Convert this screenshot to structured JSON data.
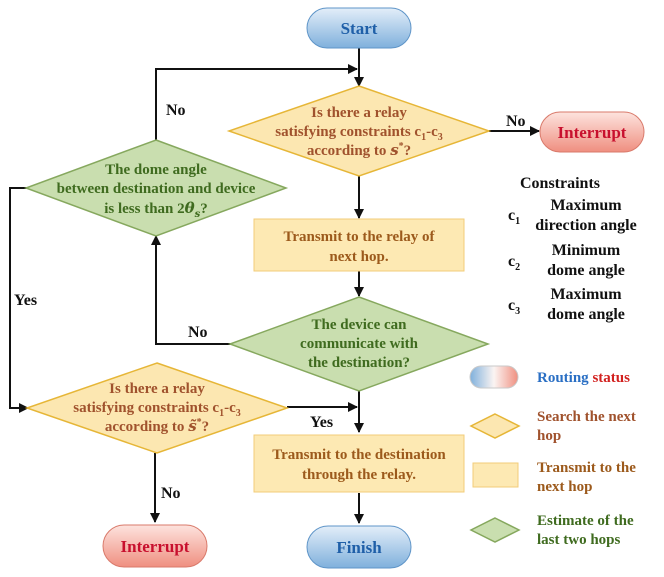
{
  "palette": {
    "terminal_blue_top": "#e3eef9",
    "terminal_blue_bottom": "#7fb0dc",
    "terminal_red_top": "#fde3de",
    "terminal_red_bottom": "#ef8f80",
    "search_fill": "#fce7b1",
    "search_stroke": "#e6b637",
    "search_text": "#a0522d",
    "transmit_fill": "#fde9b3",
    "transmit_text": "#9c5a1c",
    "estimate_fill": "#c9deaf",
    "estimate_stroke": "#86a85e",
    "estimate_text": "#3f6b1f",
    "start_text": "#1f5fa8",
    "interrupt_text": "#c8102e",
    "routing_blue": "#2a6fc4",
    "routing_red": "#d2211f"
  },
  "nodes": {
    "start": "Start",
    "finish": "Finish",
    "interrupt_top": "Interrupt",
    "interrupt_bottom": "Interrupt",
    "relay_check_1": {
      "line1": "Is there a relay",
      "line2_pre": "satisfying constraints c",
      "line2_sub1": "1",
      "line2_mid": "-c",
      "line2_sub2": "3",
      "line3_pre": "according to ",
      "line3_sym": "s",
      "line3_sup": "*",
      "line3_post": "?"
    },
    "dome_check": {
      "line1": "The dome angle",
      "line2": "between destination and device",
      "line3_pre": "is less than 2",
      "line3_sym": "θ",
      "line3_sub": "s",
      "line3_post": "?"
    },
    "transmit_relay": {
      "line1": "Transmit to the relay of",
      "line2": "next hop."
    },
    "communicate_check": {
      "line1": "The device can",
      "line2": "communicate with",
      "line3": "the destination?"
    },
    "relay_check_2": {
      "line1": "Is there a relay",
      "line2_pre": "satisfying constraints c",
      "line2_sub1": "1",
      "line2_mid": "-c",
      "line2_sub2": "3",
      "line3_pre": "according to ",
      "line3_sym": "s̃",
      "line3_sup": "*",
      "line3_post": "?"
    },
    "transmit_destination": {
      "line1": "Transmit to the destination",
      "line2": "through the relay."
    }
  },
  "edge_labels": {
    "no_top": "No",
    "no_interrupt": "No",
    "yes_left": "Yes",
    "no_comm": "No",
    "yes_relay2": "Yes",
    "no_bottom": "No"
  },
  "constraints": {
    "title": "Constraints",
    "items": [
      {
        "sym": "c",
        "sub": "1",
        "line1": "Maximum",
        "line2": "direction angle"
      },
      {
        "sym": "c",
        "sub": "2",
        "line1": "Minimum",
        "line2": "dome angle"
      },
      {
        "sym": "c",
        "sub": "3",
        "line1": "Maximum",
        "line2": "dome angle"
      }
    ]
  },
  "legend": {
    "routing_word": "Routing",
    "status_word": "status",
    "search_line1": "Search the next",
    "search_line2": "hop",
    "transmit_line1": "Transmit to the",
    "transmit_line2": "next hop",
    "estimate_line1": "Estimate of the",
    "estimate_line2": "last two hops"
  }
}
